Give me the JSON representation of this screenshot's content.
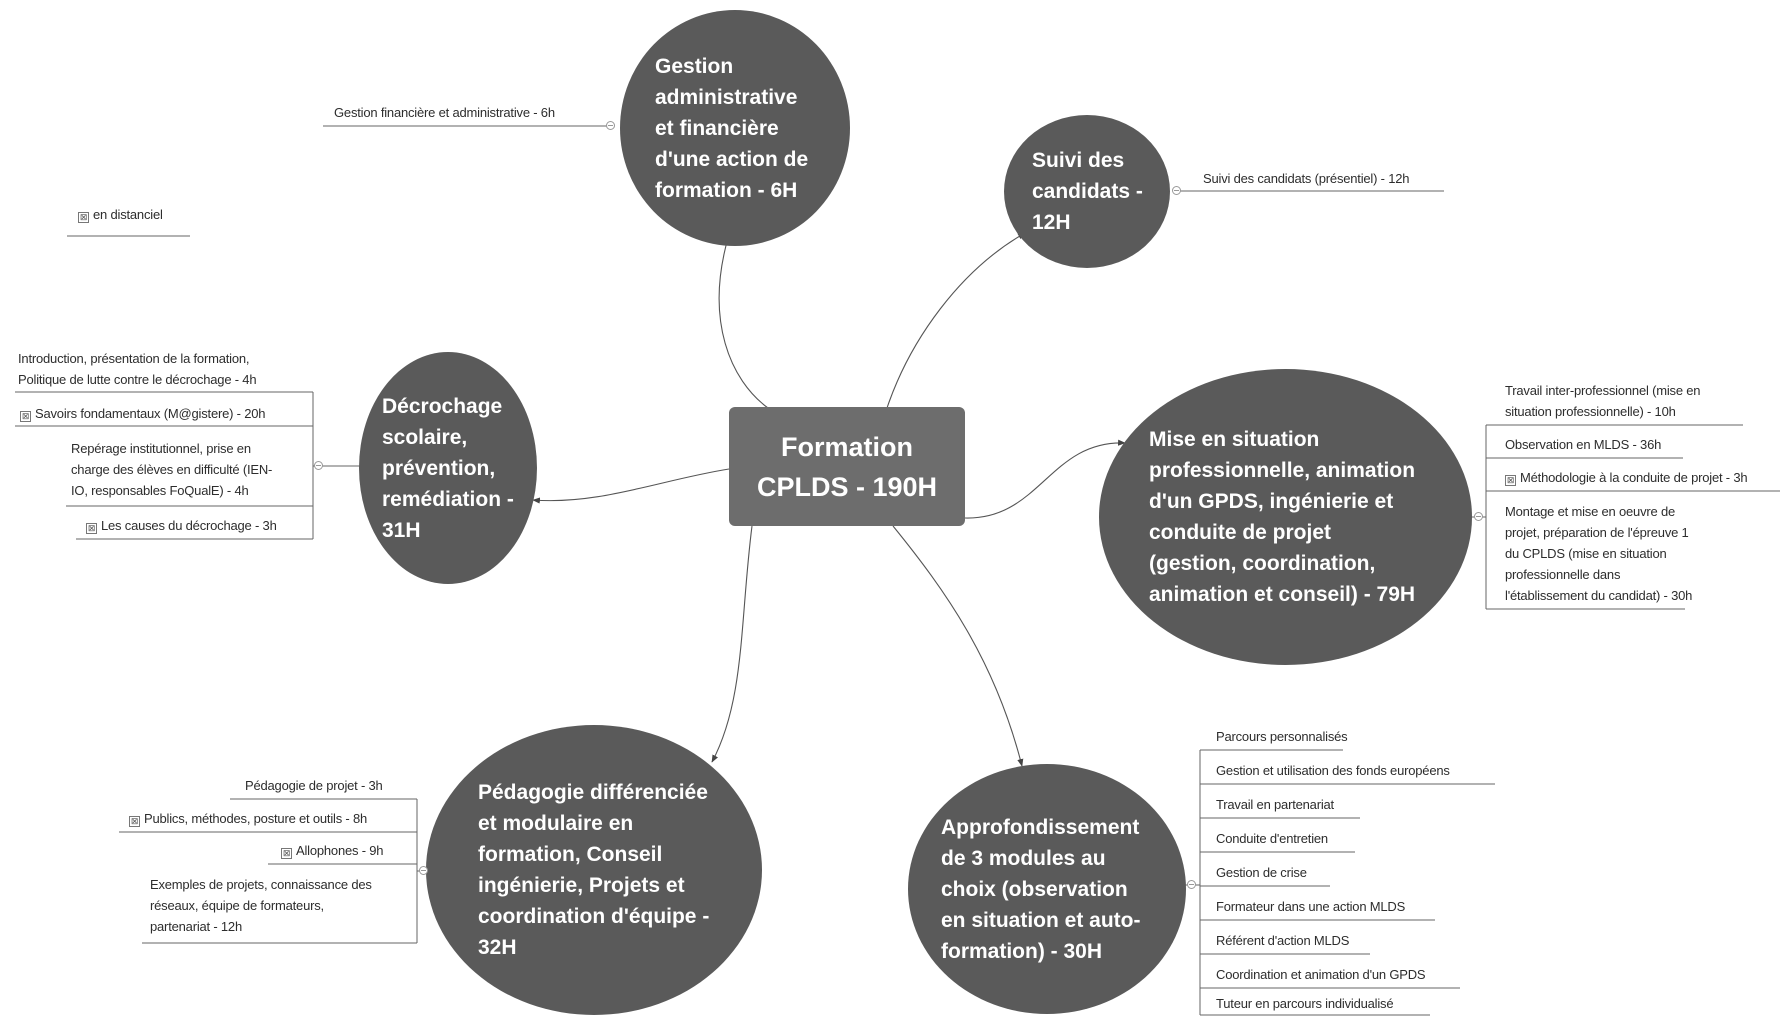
{
  "central": {
    "label": "Formation\nCPLDS - 190H"
  },
  "branches": {
    "gestion": {
      "label": "Gestion\nadministrative\net financière\nd'une action de\nformation - 6H",
      "leaves": [
        "Gestion financière et administrative - 6h"
      ]
    },
    "suivi": {
      "label": "Suivi des\ncandidats -\n12H",
      "leaves": [
        "Suivi des candidats (présentiel) - 12h"
      ]
    },
    "decrochage": {
      "label": "Décrochage\nscolaire,\nprévention,\nremédiation -\n31H",
      "leaves": [
        "Introduction, présentation de la formation,\nPolitique de lutte contre le décrochage - 4h",
        "Savoirs fondamentaux (M@gistere) - 20h",
        "Repérage institutionnel, prise en\ncharge des élèves en difficulté (IEN-\nIO, responsables FoQualE) - 4h",
        "Les causes du décrochage - 3h"
      ]
    },
    "mise": {
      "label": "Mise en situation\nprofessionnelle, animation\nd'un GPDS, ingénierie et\nconduite de projet\n(gestion, coordination,\nanimation et conseil) - 79H",
      "leaves": [
        "Travail inter-professionnel (mise en\nsituation professionnelle) - 10h",
        "Observation en MLDS - 36h",
        "Méthodologie à la conduite de projet - 3h",
        "Montage et mise en oeuvre de\nprojet, préparation de l'épreuve 1\ndu CPLDS (mise en situation\nprofessionnelle dans\nl'établissement du candidat) - 30h"
      ]
    },
    "pedagogie": {
      "label": "Pédagogie différenciée\net modulaire en\nformation, Conseil\ningénierie, Projets et\ncoordination d'équipe -\n32H",
      "leaves": [
        "Pédagogie de projet - 3h",
        "Publics, méthodes, posture et outils - 8h",
        "Allophones - 9h",
        "Exemples de projets, connaissance des\nréseaux, équipe de formateurs,\npartenariat - 12h"
      ]
    },
    "approfondissement": {
      "label": "Approfondissement\nde 3 modules au\nchoix (observation\nen situation et auto-\nformation) - 30H",
      "leaves": [
        "Parcours personnalisés",
        "Gestion et utilisation des fonds européens",
        "Travail en partenariat",
        "Conduite d'entretien",
        "Gestion de crise",
        "Formateur dans une action MLDS",
        "Référent d'action MLDS",
        "Coordination et animation d'un GPDS",
        "Tuteur en parcours individualisé"
      ]
    }
  },
  "legend": {
    "label": "en distanciel"
  },
  "distance_marker": "⊠",
  "colors": {
    "node": "#5a5a5a",
    "center": "#6d6d6d",
    "text_on_node": "#ffffff",
    "line": "#444444"
  }
}
